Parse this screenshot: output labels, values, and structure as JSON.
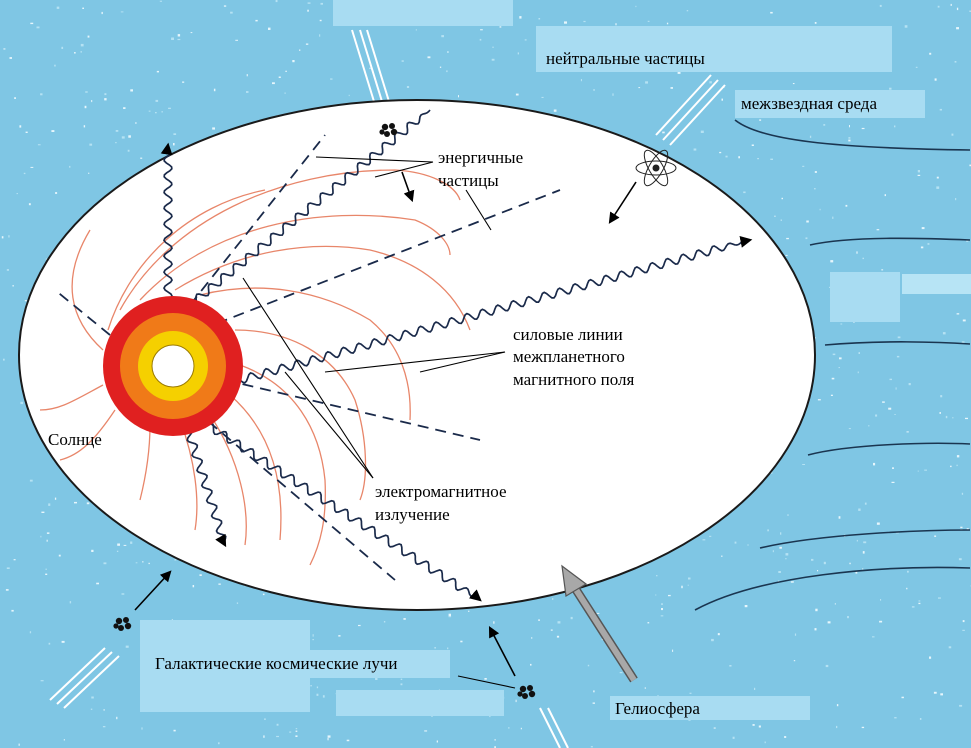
{
  "colors": {
    "background": "#7fc6e4",
    "heliosphere_fill": "#ffffff",
    "field_lines": "#e8866a",
    "label_band": "#a8dcf2",
    "sun_outer": "#e02020",
    "sun_mid": "#f07a18",
    "sun_inner": "#f5d000",
    "sun_core": "#ffffff",
    "pointer_arrow": "#9a9a9a"
  },
  "labels": {
    "neutral_particles": "нейтральные частицы",
    "interstellar_medium": "межзвездная среда",
    "energetic_particles": [
      "энергичные",
      "частицы"
    ],
    "field_lines": [
      "силовые линии",
      "межпланетного",
      "магнитного поля"
    ],
    "sun": "Солнце",
    "em_radiation": [
      "электромагнитное",
      "излучение"
    ],
    "cosmic_rays": "Галактические космические лучи",
    "heliosphere": "Гелиосфера"
  },
  "icons": {
    "atom": "atom-icon",
    "particle_cluster": "particle-cluster-icon",
    "sun": "sun-icon"
  }
}
